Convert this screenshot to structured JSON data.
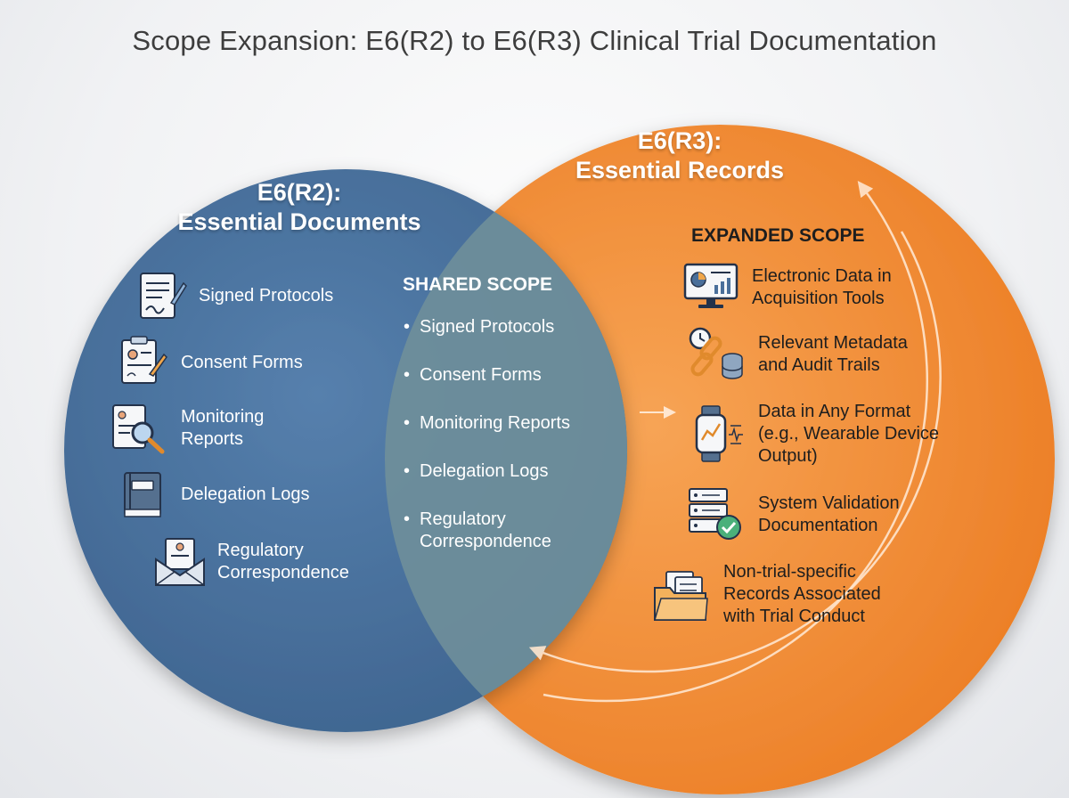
{
  "title": "Scope Expansion: E6(R2) to E6(R3) Clinical Trial Documentation",
  "colors": {
    "blue": "#4a6f9a",
    "orange": "#ef8a33",
    "overlap": "#5a7f94"
  },
  "left_circle": {
    "heading_line1": "E6(R2):",
    "heading_line2": "Essential Documents",
    "items": [
      {
        "icon": "signed-document-icon",
        "label": "Signed Protocols"
      },
      {
        "icon": "clipboard-consent-icon",
        "label": "Consent Forms"
      },
      {
        "icon": "magnifier-report-icon",
        "label_line1": "Monitoring",
        "label_line2": "Reports"
      },
      {
        "icon": "logbook-icon",
        "label": "Delegation Logs"
      },
      {
        "icon": "envelope-letter-icon",
        "label_line1": "Regulatory",
        "label_line2": "Correspondence"
      }
    ]
  },
  "shared": {
    "heading": "SHARED SCOPE",
    "items": [
      "Signed Protocols",
      "Consent Forms",
      "Monitoring Reports",
      "Delegation Logs",
      "Regulatory Correspondence"
    ]
  },
  "right_circle": {
    "heading_line1": "E6(R3):",
    "heading_line2": "Essential Records",
    "sublabel": "EXPANDED SCOPE",
    "items": [
      {
        "icon": "monitor-chart-icon",
        "line1": "Electronic Data in",
        "line2": "Acquisition Tools"
      },
      {
        "icon": "clock-chain-database-icon",
        "line1": "Relevant Metadata",
        "line2": "and Audit Trails"
      },
      {
        "icon": "smartwatch-icon",
        "line1": "Data in Any Format",
        "line2": "(e.g., Wearable Device",
        "line3": "Output)"
      },
      {
        "icon": "server-check-icon",
        "line1": "System Validation",
        "line2": "Documentation"
      },
      {
        "icon": "folder-documents-icon",
        "line1": "Non-trial-specific",
        "line2": "Records Associated",
        "line3": "with Trial Conduct"
      }
    ]
  }
}
